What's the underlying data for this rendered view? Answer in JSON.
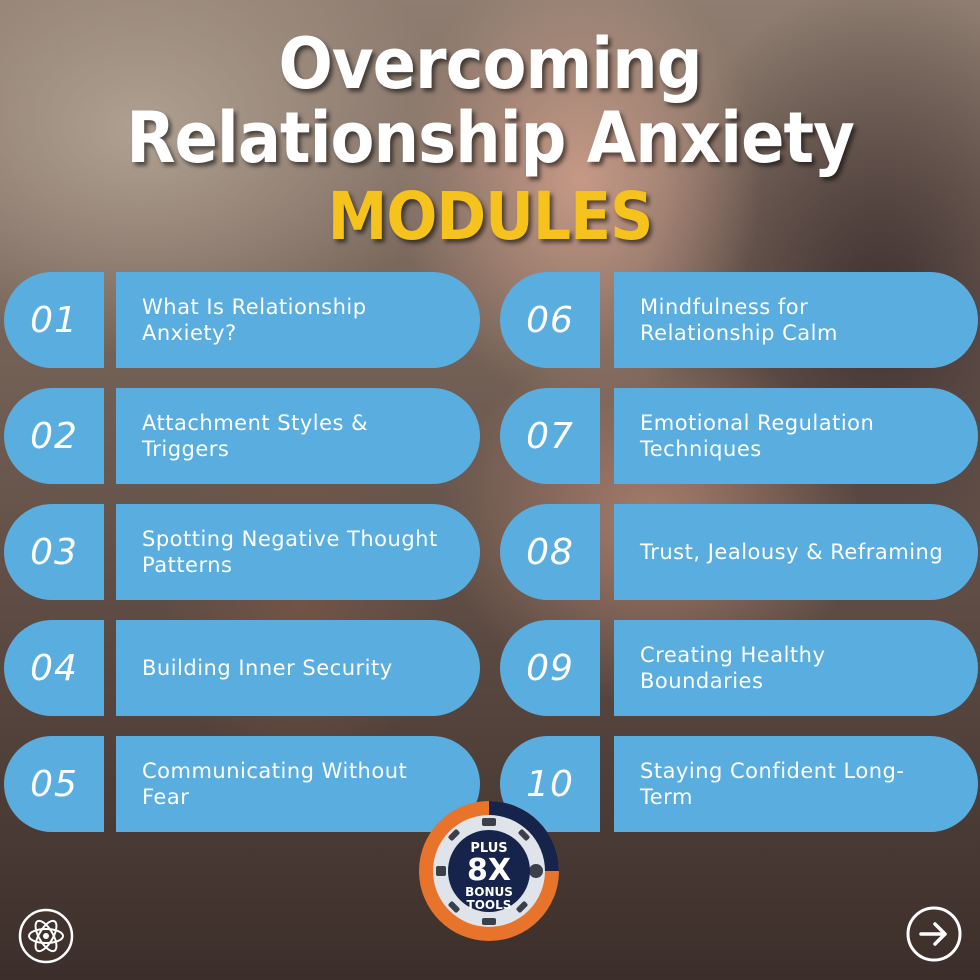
{
  "title": {
    "line1": "Overcoming",
    "line2": "Relationship Anxiety",
    "line3": "MODULES"
  },
  "modules": [
    {
      "number": "01",
      "label": "What Is Relationship Anxiety?"
    },
    {
      "number": "02",
      "label": "Attachment Styles & Triggers"
    },
    {
      "number": "03",
      "label": "Spotting Negative Thought Patterns"
    },
    {
      "number": "04",
      "label": "Building Inner Security"
    },
    {
      "number": "05",
      "label": "Communicating Without Fear"
    },
    {
      "number": "06",
      "label": "Mindfulness for Relationship Calm"
    },
    {
      "number": "07",
      "label": "Emotional Regulation Techniques"
    },
    {
      "number": "08",
      "label": "Trust, Jealousy & Reframing"
    },
    {
      "number": "09",
      "label": "Creating Healthy Boundaries"
    },
    {
      "number": "10",
      "label": "Staying Confident Long-Term"
    }
  ],
  "badge": {
    "line1": "PLUS",
    "line2": "8X",
    "line3": "BONUS",
    "line4": "TOOLS"
  },
  "icons": {
    "bottom_left": "atom-icon",
    "bottom_right": "arrow-right-circle-icon"
  },
  "colors": {
    "module_fill": "#5aaedf",
    "accent_yellow": "#f6c21c",
    "badge_orange": "#e8732a",
    "badge_navy": "#16234a"
  }
}
